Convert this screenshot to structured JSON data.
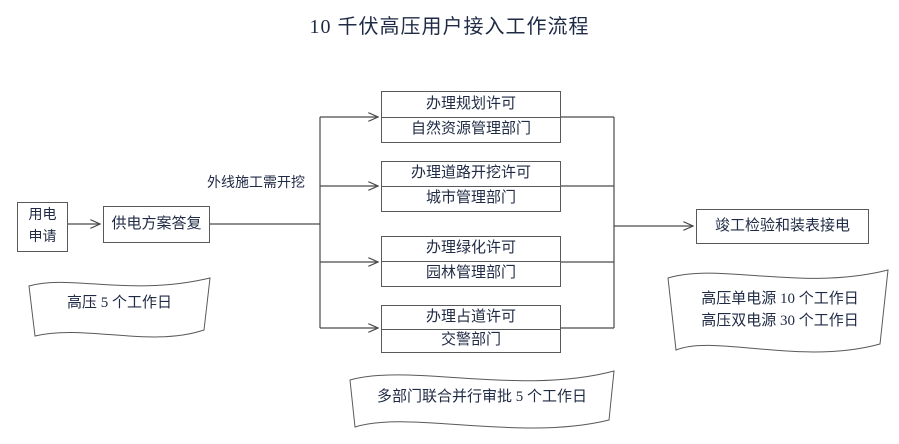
{
  "title": "10 千伏高压用户接入工作流程",
  "colors": {
    "background": "#ffffff",
    "stroke": "#58595b",
    "text": "#1f2a44",
    "arrow": "#4a4a4a"
  },
  "nodes": {
    "application": {
      "line1": "用电",
      "line2": "申请"
    },
    "supply_plan": {
      "line1": "供电方案答复"
    },
    "final": {
      "line1": "竣工检验和装表接电"
    },
    "permits": [
      {
        "title": "办理规划许可",
        "department": "自然资源管理部门"
      },
      {
        "title": "办理道路开挖许可",
        "department": "城市管理部门"
      },
      {
        "title": "办理绿化许可",
        "department": "园林管理部门"
      },
      {
        "title": "办理占道许可",
        "department": "交警部门"
      }
    ]
  },
  "edge_labels": {
    "excavation": "外线施工需开挖"
  },
  "ribbons": {
    "left": {
      "line1": "高压 5 个工作日"
    },
    "bottom": {
      "line1": "多部门联合并行审批 5 个工作日"
    },
    "right": {
      "line1": "高压单电源 10 个工作日",
      "line2": "高压双电源 30 个工作日"
    }
  }
}
